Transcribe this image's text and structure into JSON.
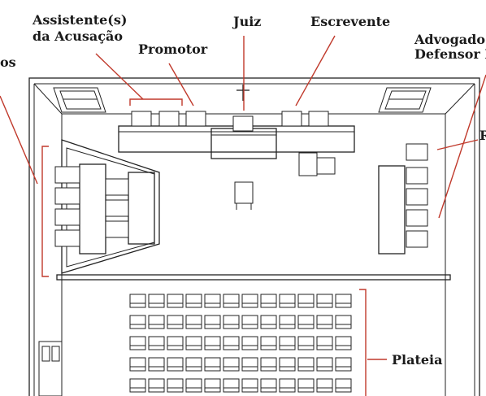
{
  "labels": {
    "jurados": "os",
    "assistentes_l1": "Assistente(s)",
    "assistentes_l2": "da Acusação",
    "promotor": "Promotor",
    "juiz": "Juiz",
    "escrevente": "Escrevente",
    "advogado_l1": "Advogado /",
    "advogado_l2": "Defensor P",
    "reu": "R",
    "plateia": "Plateia"
  },
  "colors": {
    "line": "#222222",
    "annotation": "#c0392b",
    "text": "#1a1a1a"
  }
}
